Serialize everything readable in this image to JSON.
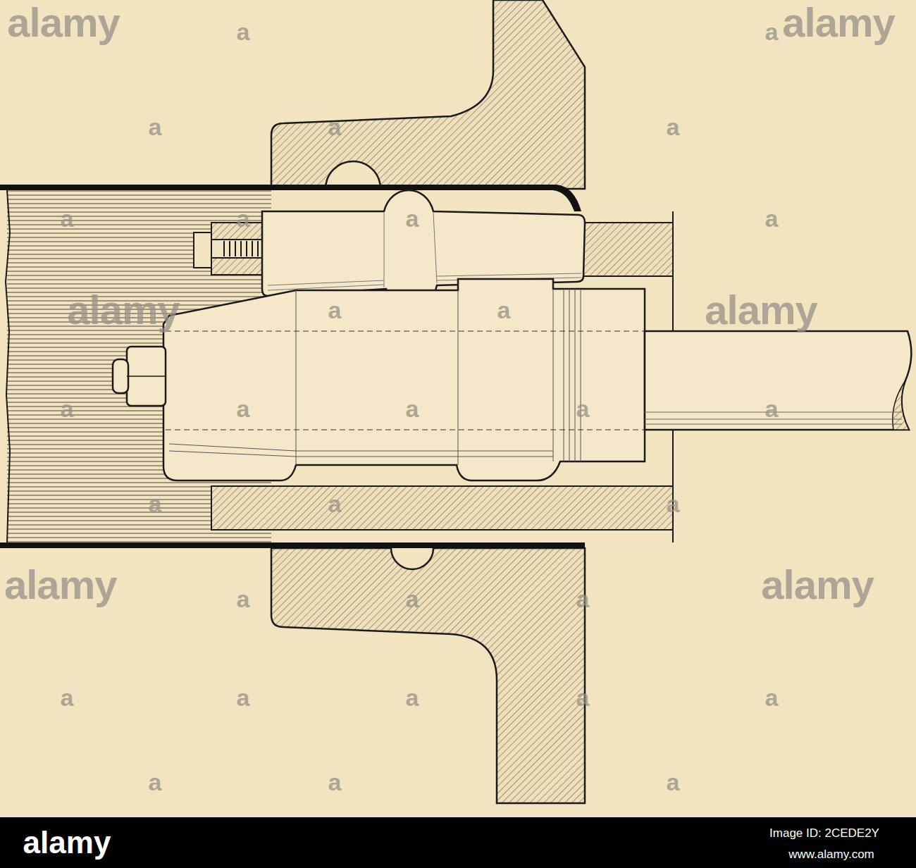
{
  "diagram": {
    "labels": [
      "alamy",
      "alamy",
      "alamy",
      "alamy",
      "alamy",
      "alamy",
      "a",
      "a",
      "a",
      "a",
      "a",
      "a",
      "a",
      "a",
      "a",
      "a",
      "a",
      "a",
      "a",
      "a",
      "a",
      "a",
      "a",
      "a",
      "a",
      "a",
      "a",
      "a",
      "a",
      "a",
      "a",
      "a",
      "a",
      "a",
      "a",
      "a",
      "alamy",
      "Image ID: 2CEDE2Y",
      "www.alamy.com"
    ]
  }
}
